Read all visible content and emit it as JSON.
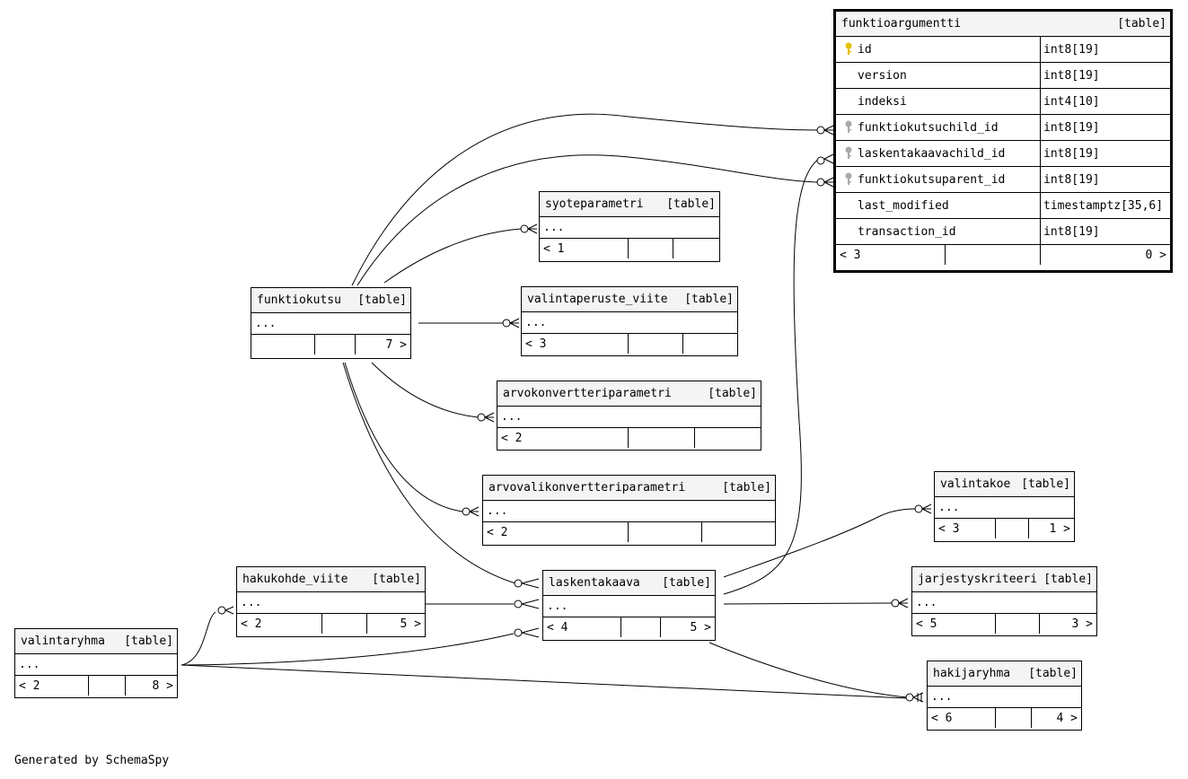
{
  "diagram": {
    "footer": "Generated by SchemaSpy",
    "table_kind": "[table]",
    "ellipsis": "...",
    "main_table": {
      "name": "funktioargumentti",
      "columns": [
        {
          "name": "id",
          "type": "int8[19]",
          "key": "primary-key-icon"
        },
        {
          "name": "version",
          "type": "int8[19]",
          "key": ""
        },
        {
          "name": "indeksi",
          "type": "int4[10]",
          "key": ""
        },
        {
          "name": "funktiokutsuchild_id",
          "type": "int8[19]",
          "key": "foreign-key-icon"
        },
        {
          "name": "laskentakaavachild_id",
          "type": "int8[19]",
          "key": "foreign-key-icon"
        },
        {
          "name": "funktiokutsuparent_id",
          "type": "int8[19]",
          "key": "foreign-key-icon"
        },
        {
          "name": "last_modified",
          "type": "timestamptz[35,6]",
          "key": ""
        },
        {
          "name": "transaction_id",
          "type": "int8[19]",
          "key": ""
        }
      ],
      "parents": "< 3",
      "children": "0 >"
    },
    "tables": {
      "syoteparametri": {
        "name": "syoteparametri",
        "parents": "< 1",
        "children": ""
      },
      "funktiokutsu": {
        "name": "funktiokutsu",
        "parents": "",
        "children": "7 >"
      },
      "valintaperuste_viite": {
        "name": "valintaperuste_viite",
        "parents": "< 3",
        "children": ""
      },
      "arvokonvertteriparametri": {
        "name": "arvokonvertteriparametri",
        "parents": "< 2",
        "children": ""
      },
      "arvovalikonvertteriparametri": {
        "name": "arvovalikonvertteriparametri",
        "parents": "< 2",
        "children": ""
      },
      "valintakoe": {
        "name": "valintakoe",
        "parents": "< 3",
        "children": "1 >"
      },
      "hakukohde_viite": {
        "name": "hakukohde_viite",
        "parents": "< 2",
        "children": "5 >"
      },
      "laskentakaava": {
        "name": "laskentakaava",
        "parents": "< 4",
        "children": "5 >"
      },
      "jarjestyskriteeri": {
        "name": "jarjestyskriteeri",
        "parents": "< 5",
        "children": "3 >"
      },
      "valintaryhma": {
        "name": "valintaryhma",
        "parents": "< 2",
        "children": "8 >"
      },
      "hakijaryhma": {
        "name": "hakijaryhma",
        "parents": "< 6",
        "children": "4 >"
      }
    },
    "colors": {
      "primary_key": "#e5c100",
      "foreign_key": "#aaaaaa",
      "header_bg": "#f4f4f4"
    }
  }
}
